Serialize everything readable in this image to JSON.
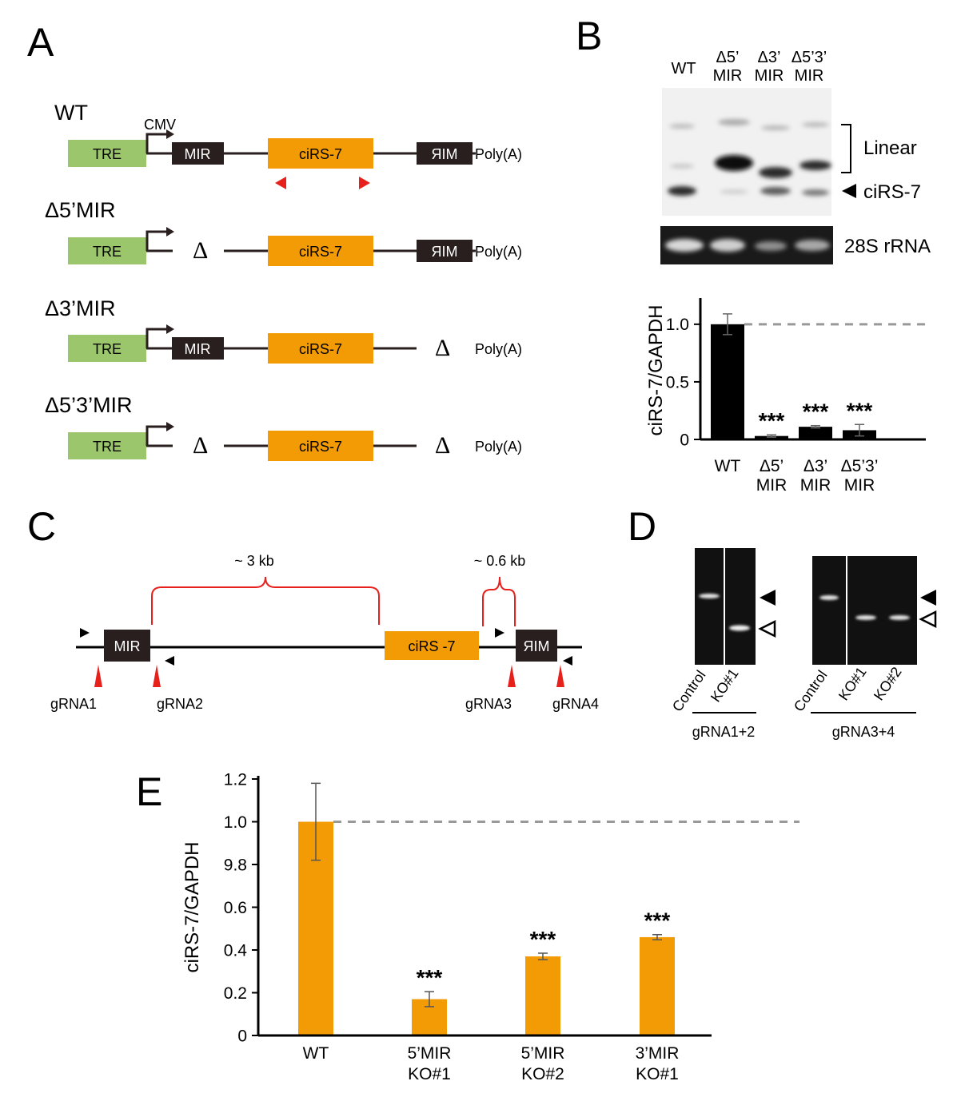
{
  "panels": {
    "a": "A",
    "b": "B",
    "c": "C",
    "d": "D",
    "e": "E"
  },
  "panel_a": {
    "constructs": [
      {
        "name": "WT",
        "tre": "TRE",
        "mir5": "MIR",
        "circ": "ciRS-7",
        "mir3": "MIR",
        "polya": "Poly(A)",
        "cmv": "CMV"
      },
      {
        "name": "Δ5’MIR",
        "tre": "TRE",
        "delta5": "Δ",
        "circ": "ciRS-7",
        "mir3": "MIR",
        "polya": "Poly(A)"
      },
      {
        "name": "Δ3’MIR",
        "tre": "TRE",
        "mir5": "MIR",
        "circ": "ciRS-7",
        "delta3": "Δ",
        "polya": "Poly(A)"
      },
      {
        "name": "Δ5’3’MIR",
        "tre": "TRE",
        "delta5": "Δ",
        "circ": "ciRS-7",
        "delta3": "Δ",
        "polya": "Poly(A)"
      }
    ]
  },
  "panel_b": {
    "lanes": [
      {
        "l1": "WT",
        "l2": ""
      },
      {
        "l1": "Δ5’",
        "l2": "MIR"
      },
      {
        "l1": "Δ3’",
        "l2": "MIR"
      },
      {
        "l1": "Δ5’3’",
        "l2": "MIR"
      }
    ],
    "linear_label": "Linear",
    "circ_label": "ciRS-7",
    "rrna_label": "28S rRNA"
  },
  "panel_c": {
    "mir_left": "MIR",
    "mir_right": "MIR",
    "circ": "ciRS -7",
    "span1": "~ 3 kb",
    "span2": "~ 0.6 kb",
    "grnas": [
      "gRNA1",
      "gRNA2",
      "gRNA3",
      "gRNA4"
    ]
  },
  "panel_d": {
    "gel1": {
      "lanes": [
        "Control",
        "KO#1"
      ],
      "group": "gRNA1+2"
    },
    "gel2": {
      "lanes": [
        "Control",
        "KO#1",
        "KO#2"
      ],
      "group": "gRNA3+4"
    }
  },
  "chart_data": [
    {
      "type": "bar",
      "panel": "B",
      "categories": [
        [
          "WT"
        ],
        [
          "Δ5’",
          "MIR"
        ],
        [
          "Δ3’",
          "MIR"
        ],
        [
          "Δ5’3’",
          "MIR"
        ]
      ],
      "values": [
        1.0,
        0.03,
        0.11,
        0.08
      ],
      "errors": [
        0.09,
        0.01,
        0.01,
        0.05
      ],
      "significance": [
        "",
        "***",
        "***",
        "***"
      ],
      "ylabel": "ciRS-7/GAPDH",
      "ylim": [
        0,
        1.2
      ],
      "yticks": [
        "0",
        "0.5",
        "1.0"
      ],
      "reference_line": 1.0,
      "bar_color": "#000000"
    },
    {
      "type": "bar",
      "panel": "E",
      "categories": [
        [
          "WT"
        ],
        [
          "5’MIR",
          "KO#1"
        ],
        [
          "5’MIR",
          "KO#2"
        ],
        [
          "3’MIR",
          "KO#1"
        ]
      ],
      "values": [
        1.0,
        0.17,
        0.37,
        0.46
      ],
      "errors": [
        0.18,
        0.035,
        0.015,
        0.012
      ],
      "significance": [
        "",
        "***",
        "***",
        "***"
      ],
      "ylabel": "ciRS-7/GAPDH",
      "ylim": [
        0,
        1.2
      ],
      "yticks": [
        "0",
        "0.2",
        "0.4",
        "0.6",
        "9.8",
        "1.0",
        "1.2"
      ],
      "reference_line": 1.0,
      "bar_color": "#f29b05"
    }
  ]
}
